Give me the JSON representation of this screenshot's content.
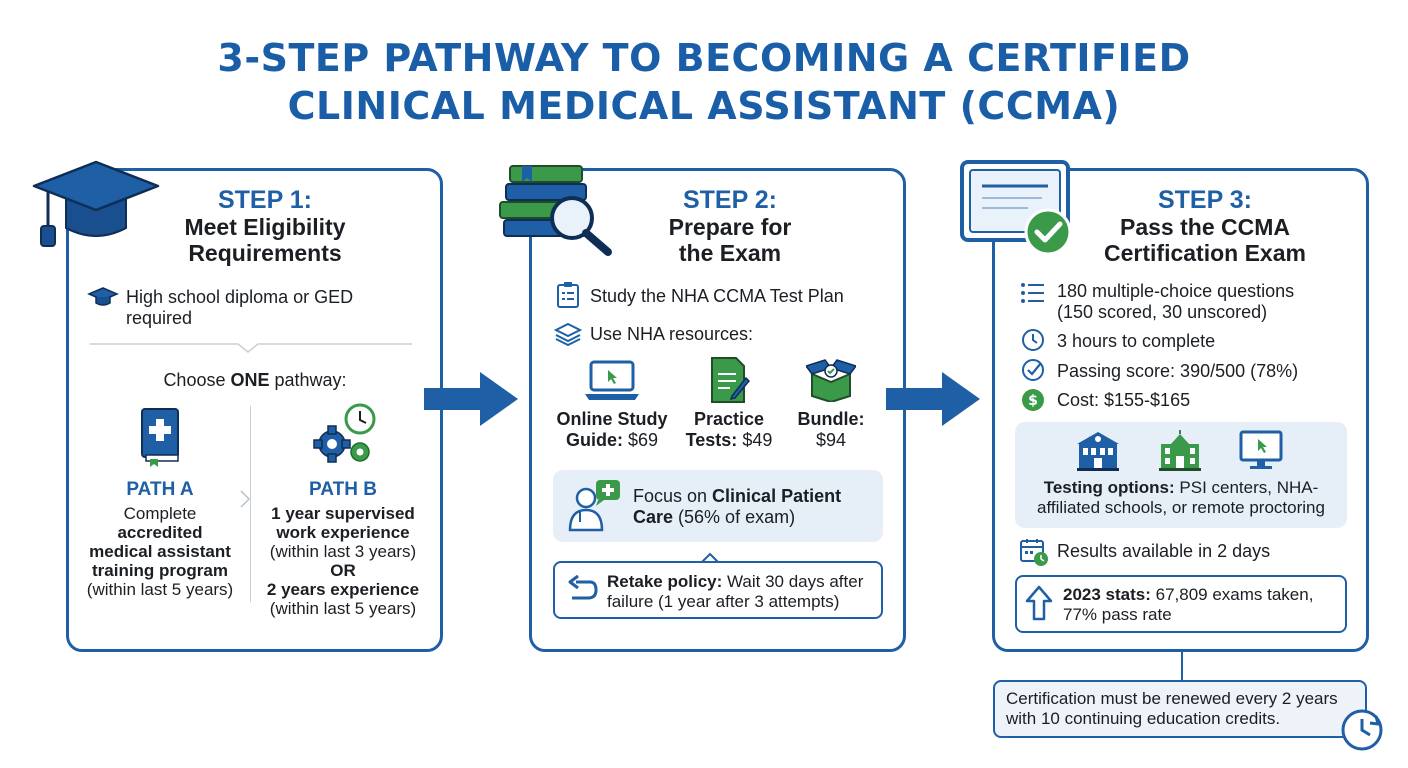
{
  "title_line1": "3-STEP PATHWAY TO BECOMING A CERTIFIED",
  "title_line2": "CLINICAL MEDICAL ASSISTANT (CCMA)",
  "step1": {
    "num": "STEP 1:",
    "title_line1": "Meet Eligibility",
    "title_line2": "Requirements",
    "requirement_line1": "High school diploma or GED",
    "requirement_line2": "required",
    "choose_pre": "Choose ",
    "choose_bold": "ONE",
    "choose_post": " pathway:",
    "path_a": {
      "label": "PATH A",
      "l1": "Complete",
      "l2": "accredited",
      "l3": "medical assistant",
      "l4": "training program",
      "l5": "(within last 5 years)"
    },
    "path_b": {
      "label": "PATH B",
      "l1": "1 year supervised",
      "l2": "work experience",
      "l3": "(within last 3 years)",
      "l4": "OR",
      "l5": "2 years experience",
      "l6": "(within last 5 years)"
    }
  },
  "step2": {
    "num": "STEP 2:",
    "title_line1": "Prepare for",
    "title_line2": "the Exam",
    "item1": "Study the NHA CCMA Test Plan",
    "item2": "Use NHA resources:",
    "resources": [
      {
        "l1": "Online Study",
        "l2_bold": "Guide:",
        "l2_rest": " $69"
      },
      {
        "l1": "Practice",
        "l2_bold": "Tests:",
        "l2_rest": " $49"
      },
      {
        "l1": "Bundle:",
        "l2_bold": "",
        "l2_rest": "$94"
      }
    ],
    "focus_pre": "Focus on ",
    "focus_bold1": "Clinical Patient",
    "focus_bold2": "Care",
    "focus_post": " (56% of exam)",
    "retake_bold": "Retake policy:",
    "retake_l1_rest": " Wait 30 days after",
    "retake_l2": "failure (1 year after 3 attempts)"
  },
  "step3": {
    "num": "STEP 3:",
    "title_line1": "Pass the CCMA",
    "title_line2": "Certification Exam",
    "q_l1": "180 multiple-choice questions",
    "q_l2": "(150 scored, 30 unscored)",
    "time": "3 hours to complete",
    "passing": "Passing score: 390/500 (78%)",
    "cost": "Cost: $155-$165",
    "testing_bold": "Testing options:",
    "testing_l1_rest": " PSI centers, NHA-",
    "testing_l2": "affiliated schools, or remote proctoring",
    "results": "Results available in 2 days",
    "stats_bold": "2023 stats:",
    "stats_l1_rest": " 67,809 exams taken,",
    "stats_l2": "77% pass rate"
  },
  "renewal_l1": "Certification must be renewed every 2 years",
  "renewal_l2": "with 10 continuing education credits.",
  "colors": {
    "primary": "#1f5fa6",
    "green": "#3a9a4a",
    "panel": "#e6eef7"
  }
}
